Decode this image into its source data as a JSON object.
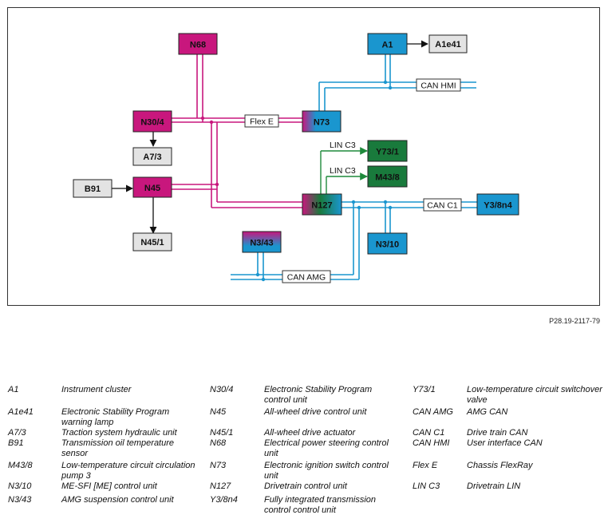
{
  "figure_ref": "P28.19-2117-79",
  "colors": {
    "magenta": "#c8177d",
    "blue": "#1a96cf",
    "green": "#197a3c",
    "grey_box": "#e3e3e3",
    "line_magenta": "#c8177d",
    "line_blue": "#1a96cf",
    "line_green": "#1f8a3c"
  },
  "nodes": {
    "N68": "N68",
    "A1": "A1",
    "A1e41": "A1e41",
    "N30_4": "N30/4",
    "N73": "N73",
    "A7_3": "A7/3",
    "Y73_1": "Y73/1",
    "M43_8": "M43/8",
    "B91": "B91",
    "N45": "N45",
    "N127": "N127",
    "Y3_8n4": "Y3/8n4",
    "N45_1": "N45/1",
    "N3_43": "N3/43",
    "N3_10": "N3/10"
  },
  "bus_labels": {
    "flex_e": "Flex E",
    "can_hmi": "CAN HMI",
    "lin_c3_upper": "LIN C3",
    "lin_c3_lower": "LIN C3",
    "can_c1": "CAN C1",
    "can_amg": "CAN AMG"
  },
  "legend": [
    {
      "code": "A1",
      "desc": "Instrument cluster"
    },
    {
      "code": "A1e41",
      "desc": "Electronic Stability Program warning lamp"
    },
    {
      "code": "A7/3",
      "desc": "Traction system hydraulic unit"
    },
    {
      "code": "B91",
      "desc": "Transmission oil temperature sensor"
    },
    {
      "code": "M43/8",
      "desc": "Low-temperature circuit circulation pump 3"
    },
    {
      "code": "N3/10",
      "desc": "ME-SFI [ME] control unit"
    },
    {
      "code": "N3/43",
      "desc": "AMG suspension control unit"
    },
    {
      "code": "N30/4",
      "desc": "Electronic Stability Program control unit"
    },
    {
      "code": "N45",
      "desc": "All-wheel drive control unit"
    },
    {
      "code": "N45/1",
      "desc": "All-wheel drive actuator"
    },
    {
      "code": "N68",
      "desc": "Electrical power steering control unit"
    },
    {
      "code": "N73",
      "desc": "Electronic ignition switch control unit"
    },
    {
      "code": "N127",
      "desc": "Drivetrain control unit"
    },
    {
      "code": "Y3/8n4",
      "desc": "Fully integrated transmission control control unit"
    },
    {
      "code": "Y73/1",
      "desc": "Low-temperature circuit switchover valve"
    },
    {
      "code": "CAN AMG",
      "desc": "AMG CAN"
    },
    {
      "code": "CAN C1",
      "desc": "Drive train CAN"
    },
    {
      "code": "CAN HMI",
      "desc": "User interface CAN"
    },
    {
      "code": "Flex E",
      "desc": "Chassis FlexRay"
    },
    {
      "code": "LIN C3",
      "desc": "Drivetrain LIN"
    }
  ]
}
